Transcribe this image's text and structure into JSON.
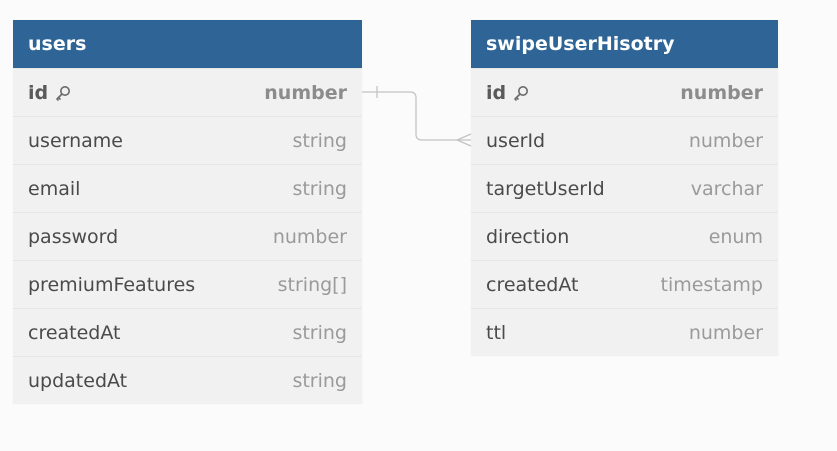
{
  "colors": {
    "header_bg": "#2e6496",
    "canvas_bg": "#fbfbfb",
    "table_bg": "#f1f1f1",
    "connector": "#c4c4c4"
  },
  "tables": {
    "users": {
      "title": "users",
      "fields": [
        {
          "name": "id",
          "type": "number",
          "primary_key": true
        },
        {
          "name": "username",
          "type": "string"
        },
        {
          "name": "email",
          "type": "string"
        },
        {
          "name": "password",
          "type": "number"
        },
        {
          "name": "premiumFeatures",
          "type": "string[]"
        },
        {
          "name": "createdAt",
          "type": "string"
        },
        {
          "name": "updatedAt",
          "type": "string"
        }
      ]
    },
    "swipe": {
      "title": "swipeUserHisotry",
      "fields": [
        {
          "name": "id",
          "type": "number",
          "primary_key": true
        },
        {
          "name": "userId",
          "type": "number"
        },
        {
          "name": "targetUserId",
          "type": "varchar"
        },
        {
          "name": "direction",
          "type": "enum"
        },
        {
          "name": "createdAt",
          "type": "timestamp"
        },
        {
          "name": "ttl",
          "type": "number"
        }
      ]
    }
  },
  "relations": [
    {
      "from": "users.id",
      "to": "swipeUserHisotry.userId",
      "from_cardinality": "one",
      "to_cardinality": "many"
    }
  ]
}
